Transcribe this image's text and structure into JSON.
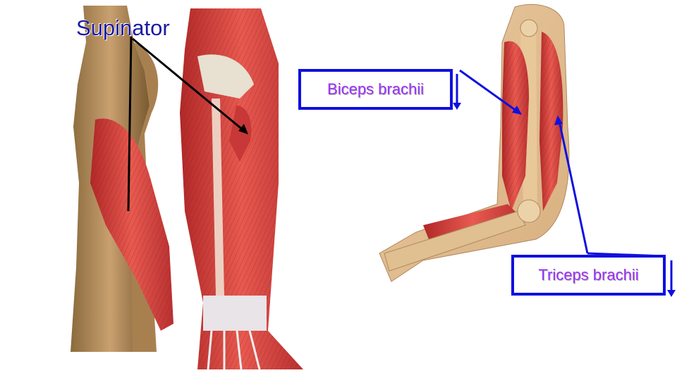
{
  "labels": {
    "supinator": "Supinator",
    "biceps": "Biceps brachii",
    "triceps": "Triceps brachii"
  },
  "colors": {
    "supinator_text": "#1a1aa0",
    "box_label_text": "#9b30ff",
    "box_border": "#0f0fe0",
    "pointer_blue": "#1010e0",
    "pointer_black": "#000000",
    "muscle_red": "#e04848",
    "bone_tan": "#c9a070"
  }
}
